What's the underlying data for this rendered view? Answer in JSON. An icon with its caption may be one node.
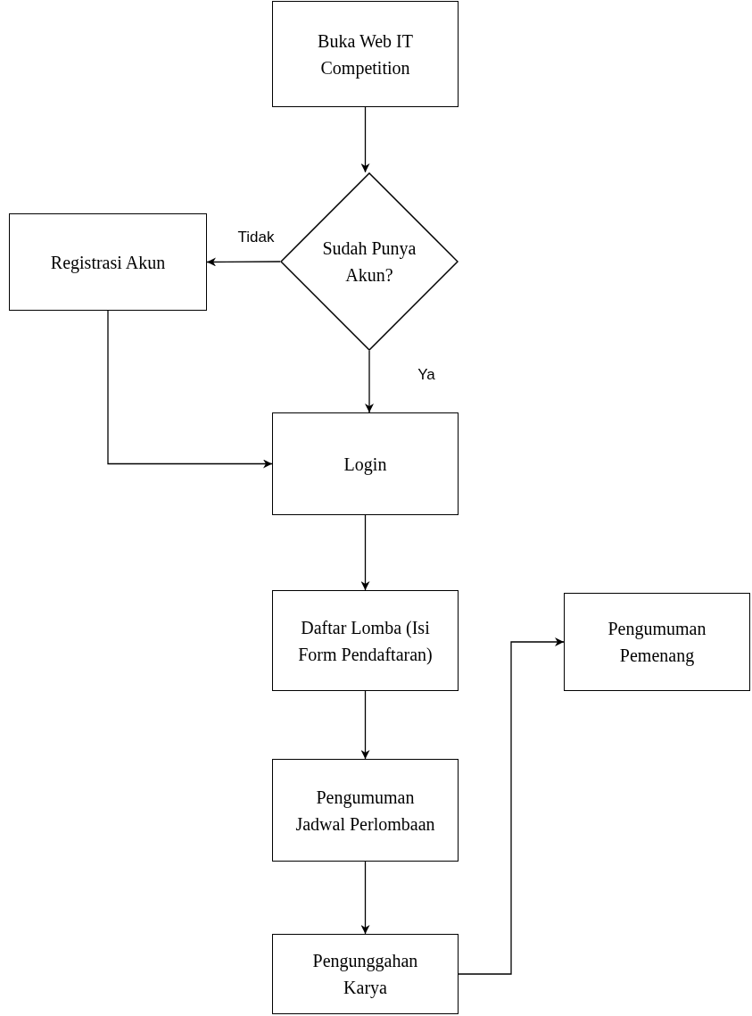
{
  "diagram": {
    "nodes": [
      {
        "text": [
          "Buka Web IT Competition"
        ]
      },
      {
        "text": [
          "Sudah Punya Akun?"
        ]
      },
      {
        "text": [
          "Registrasi Akun"
        ]
      },
      {
        "text": [
          "Login"
        ]
      },
      {
        "text": [
          "Daftar Lomba (Isi Form Pendaftaran)"
        ]
      },
      {
        "text": [
          "Pengumuman Jadwal Perlombaan"
        ]
      },
      {
        "text": [
          "Pengunggahan Karya"
        ]
      },
      {
        "text": [
          "Pengumuman Pemenang"
        ]
      }
    ],
    "edges": [
      {
        "from": 0,
        "to": 1,
        "arrow": "to"
      },
      {
        "from": 1,
        "to": 2,
        "arrow": "to",
        "label": "Tidak"
      },
      {
        "from": 1,
        "to": 3,
        "arrow": "to",
        "label": "Ya"
      },
      {
        "from": 2,
        "to": 3,
        "arrow": "to"
      },
      {
        "from": 3,
        "to": 4,
        "arrow": "to"
      },
      {
        "from": 4,
        "to": 5,
        "arrow": "to"
      },
      {
        "from": 5,
        "to": 6,
        "arrow": "to"
      },
      {
        "from": 6,
        "to": 7,
        "arrow": "to"
      }
    ]
  }
}
